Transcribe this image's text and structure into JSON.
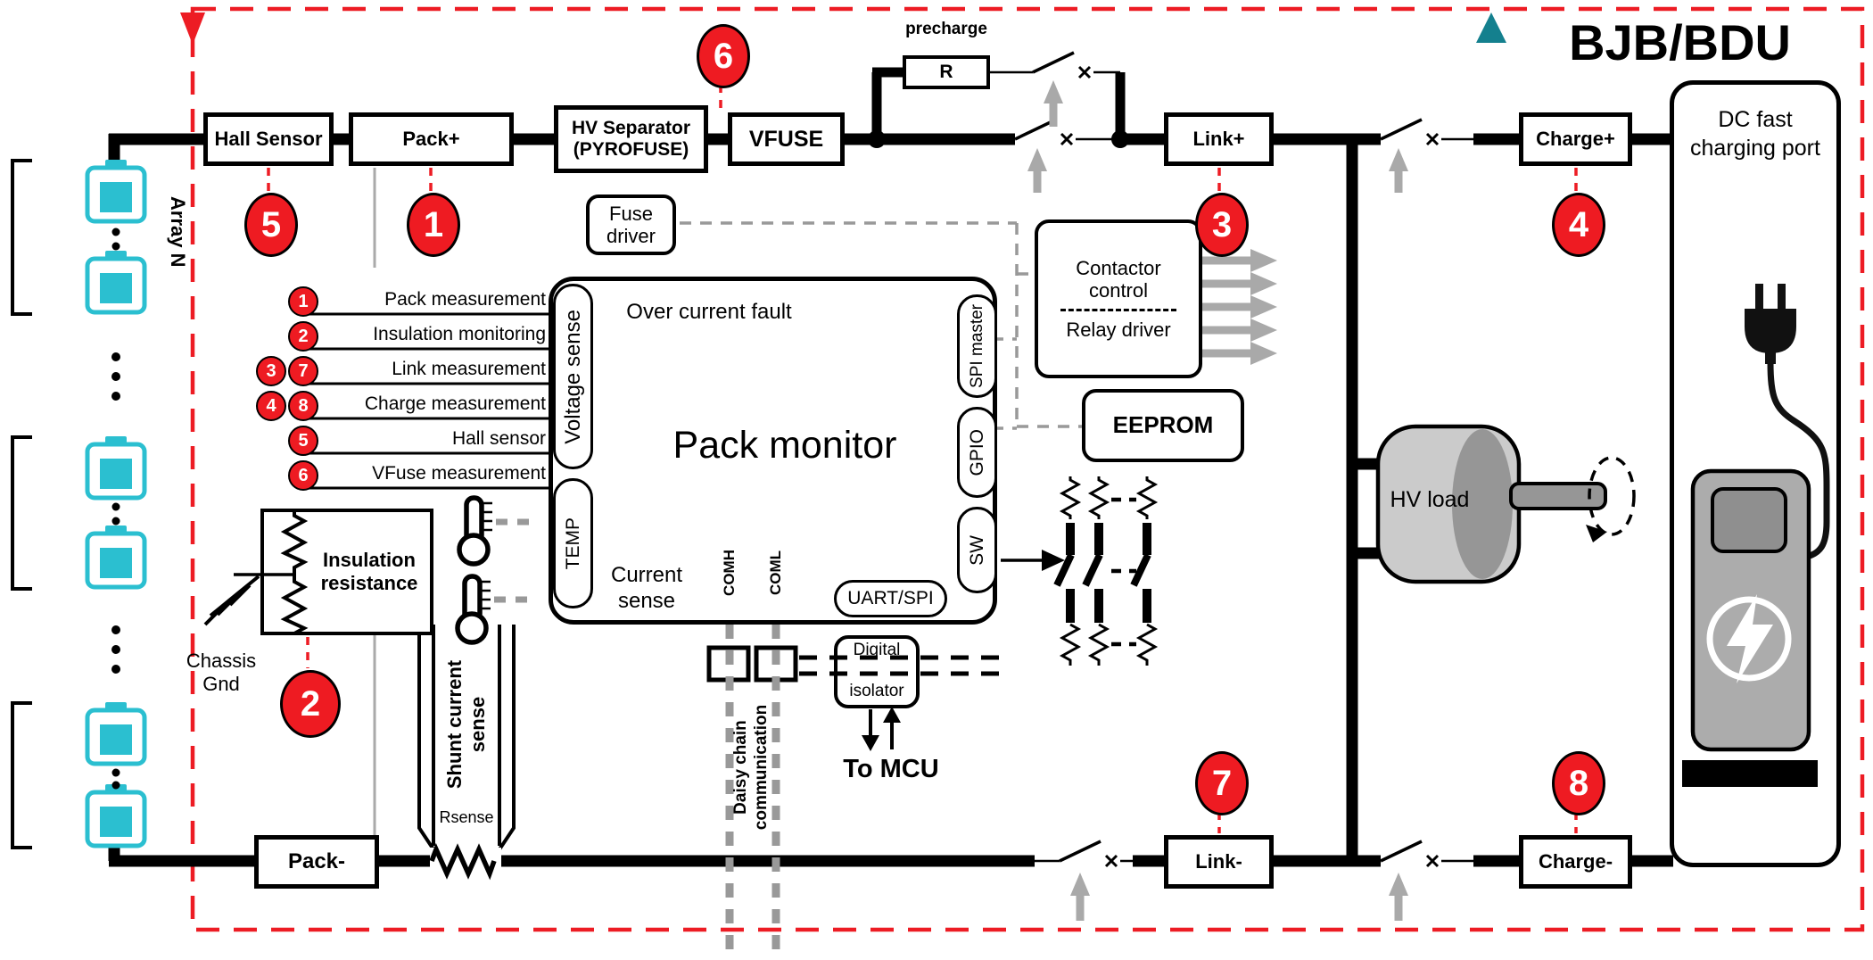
{
  "title": "BJB/BDU",
  "battery": {
    "array_label": "Array N"
  },
  "top_row": {
    "hall_sensor": "Hall Sensor",
    "pack_plus": "Pack+",
    "hv_separator": [
      "HV Separator",
      "(PYROFUSE)"
    ],
    "vfuse": "VFUSE",
    "precharge_label": "precharge",
    "precharge_resistor": "R",
    "link_plus": "Link+",
    "charge_plus": "Charge+"
  },
  "bottom_row": {
    "pack_minus": "Pack-",
    "link_minus": "Link-",
    "charge_minus": "Charge-"
  },
  "charging_port": {
    "label": "DC fast charging port"
  },
  "hv_load_label": "HV load",
  "pack_monitor": {
    "title": "Pack monitor",
    "over_current_fault": "Over current fault",
    "voltage_sense": "Voltage sense",
    "temp": "TEMP",
    "current_sense": "Current sense",
    "spi_master": "SPI master",
    "gpio": "GPIO",
    "sw": "SW",
    "uart_spi": "UART/SPI",
    "comh": "COMH",
    "coml": "COML"
  },
  "measurements": [
    {
      "bullets": [
        "1"
      ],
      "label": "Pack measurement"
    },
    {
      "bullets": [
        "2"
      ],
      "label": "Insulation monitoring"
    },
    {
      "bullets": [
        "3",
        "7"
      ],
      "label": "Link measurement"
    },
    {
      "bullets": [
        "4",
        "8"
      ],
      "label": "Charge measurement"
    },
    {
      "bullets": [
        "5"
      ],
      "label": "Hall sensor"
    },
    {
      "bullets": [
        "6"
      ],
      "label": "VFuse measurement"
    }
  ],
  "callouts": [
    "1",
    "2",
    "3",
    "4",
    "5",
    "6",
    "7",
    "8"
  ],
  "blocks": {
    "fuse_driver": "Fuse driver",
    "contactor_control": "Contactor control",
    "relay_driver": "Relay driver",
    "eeprom": "EEPROM",
    "insulation_resistance": "Insulation resistance",
    "chassis_gnd": "Chassis Gnd",
    "digital_isolator": [
      "Digital",
      "isolator"
    ],
    "to_mcu": "To MCU"
  },
  "current_path": {
    "shunt_label": "Shunt current sense",
    "rsense_label": "Rsense",
    "daisy_label": "Daisy chain communication"
  },
  "colors": {
    "accent_red": "#EE1B22",
    "battery_cyan": "#2BBFD0",
    "teal_marker": "#14808E",
    "gray_arrow": "#A9A9A9"
  }
}
